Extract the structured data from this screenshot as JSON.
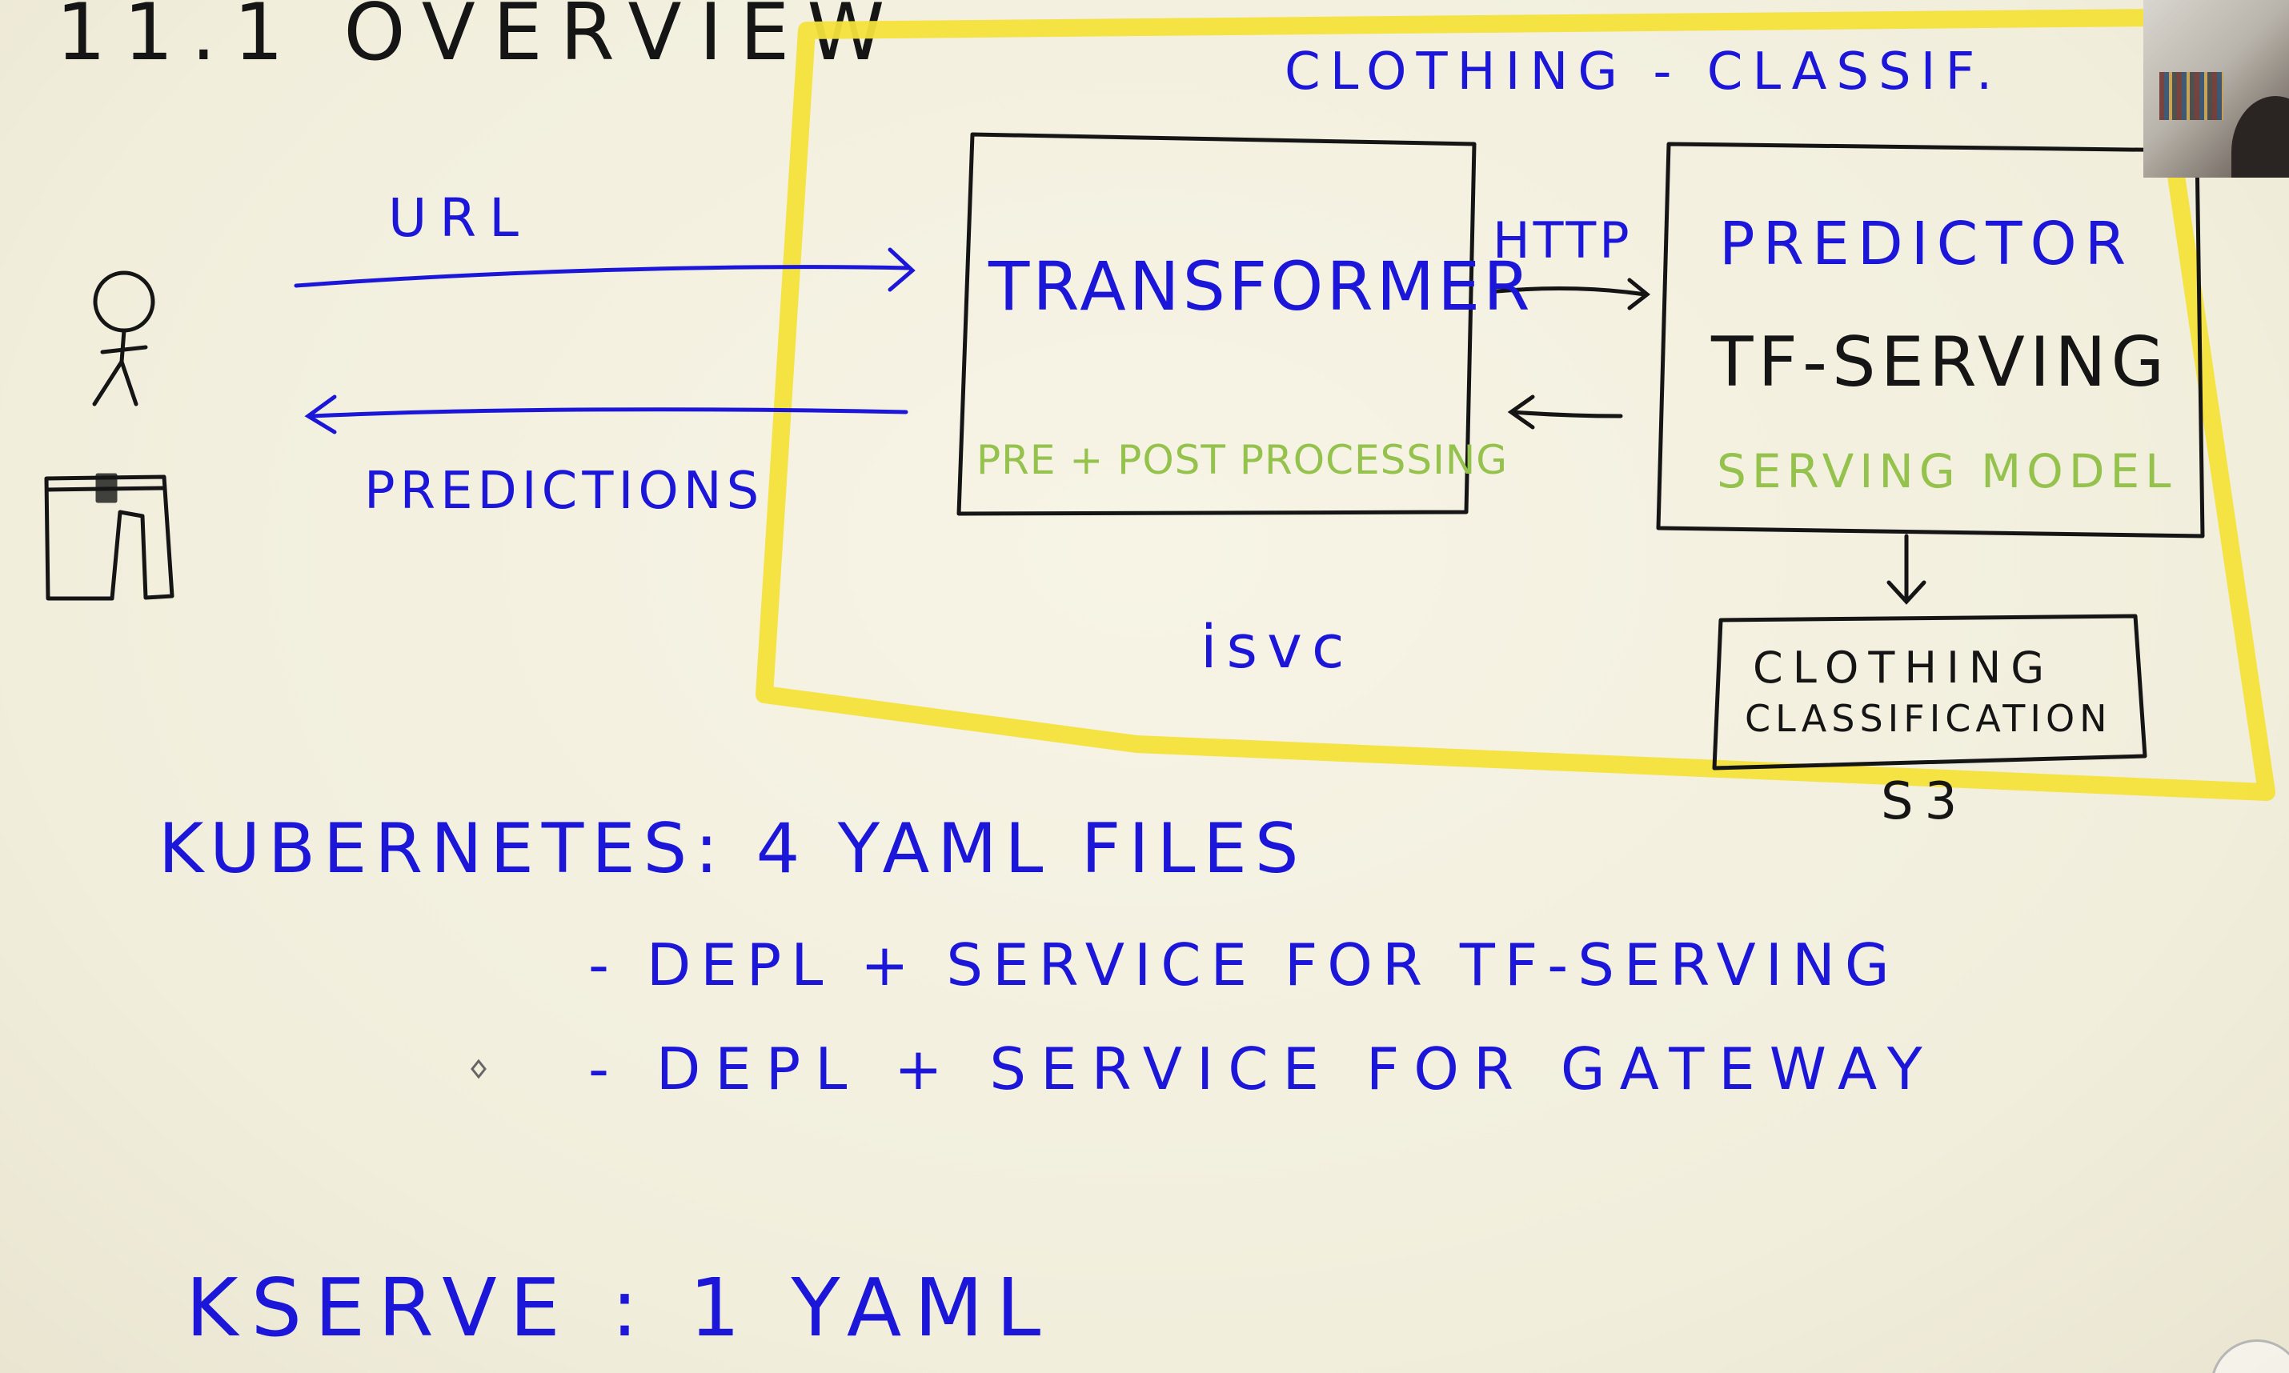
{
  "section_heading": "11.1 OVERVIEW",
  "inference_service": {
    "title": "CLOTHING - CLASSIF.",
    "label": "isvc"
  },
  "transformer": {
    "title": "TRANSFORMER",
    "subtitle": "PRE + POST PROCESSING"
  },
  "predictor": {
    "title": "PREDICTOR",
    "engine": "TF-SERVING",
    "subtitle": "SERVING MODEL"
  },
  "storage": {
    "line1": "CLOTHING",
    "line2": "CLASSIFICATION",
    "label": "S3"
  },
  "flows": {
    "request": "URL",
    "response": "PREDICTIONS",
    "internal": "HTTP"
  },
  "kubernetes": {
    "heading": "KUBERNETES: 4 YAML FILES",
    "items": [
      "- DEPL + SERVICE FOR TF-SERVING",
      "- DEPL + SERVICE FOR GATEWAY"
    ]
  },
  "kserve": {
    "heading": "KSERVE : 1 YAML"
  },
  "colors": {
    "blue_ink": "#1c17d8",
    "green_ink": "#94c24c",
    "black_ink": "#151515",
    "highlight": "#f3e23a",
    "board": "#f5f2e3"
  },
  "icons": [
    "stick-figure-icon",
    "pants-icon",
    "webcam-feed"
  ]
}
